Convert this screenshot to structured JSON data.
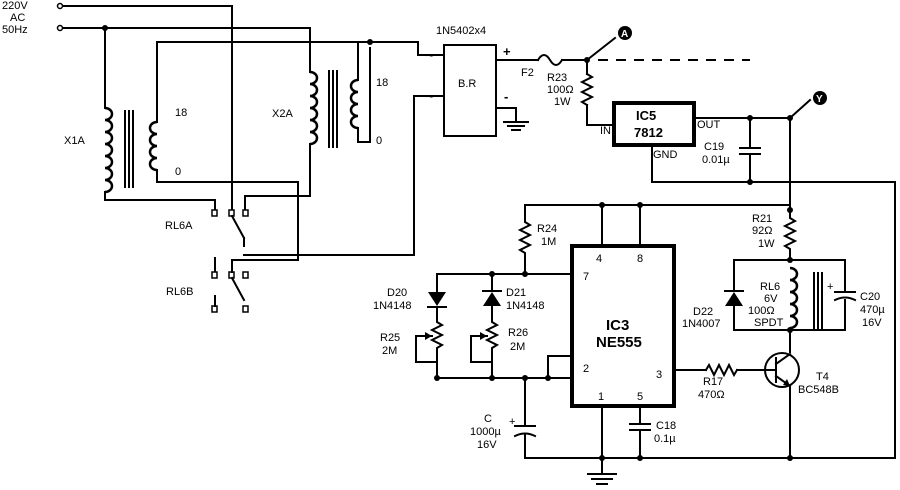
{
  "source": {
    "voltage": "220V",
    "type": "AC",
    "frequency": "50Hz"
  },
  "transformers": [
    {
      "ref": "X1A",
      "tap_high": "18",
      "tap_low": "0"
    },
    {
      "ref": "X2A",
      "tap_high": "18",
      "tap_low": "0"
    }
  ],
  "relays_contacts": {
    "a": "RL6A",
    "b": "RL6B"
  },
  "rectifier": {
    "ref": "B.R",
    "part": "1N5402x4",
    "plus": "+",
    "minus": "-",
    "ac_symbol": "~"
  },
  "fuse": {
    "ref": "F2"
  },
  "outputs": {
    "a": "A",
    "y": "Y"
  },
  "r23": {
    "ref": "R23",
    "value": "100Ω",
    "power": "1W"
  },
  "ic5": {
    "ref": "IC5",
    "part": "7812",
    "in": "IN",
    "out": "OUT",
    "gnd": "GND"
  },
  "c19": {
    "ref": "C19",
    "value": "0.01µ"
  },
  "r21": {
    "ref": "R21",
    "value": "92Ω",
    "power": "1W"
  },
  "r24": {
    "ref": "R24",
    "value": "1M"
  },
  "d20": {
    "ref": "D20",
    "part": "1N4148"
  },
  "d21": {
    "ref": "D21",
    "part": "1N4148"
  },
  "r25": {
    "ref": "R25",
    "value": "2M"
  },
  "r26": {
    "ref": "R26",
    "value": "2M"
  },
  "ic3": {
    "ref": "IC3",
    "part": "NE555",
    "pins": {
      "p1": "1",
      "p2": "2",
      "p3": "3",
      "p4": "4",
      "p5": "5",
      "p7": "7",
      "p8": "8"
    }
  },
  "c": {
    "ref": "C",
    "value": "1000µ",
    "voltage": "16V",
    "plus": "+"
  },
  "c18": {
    "ref": "C18",
    "value": "0.1µ"
  },
  "r17": {
    "ref": "R17",
    "value": "470Ω"
  },
  "d22": {
    "ref": "D22",
    "part": "1N4007"
  },
  "rl6": {
    "ref": "RL6",
    "voltage": "6V",
    "resistance": "100Ω",
    "type": "SPDT"
  },
  "c20": {
    "ref": "C20",
    "value": "470µ",
    "voltage": "16V",
    "plus": "+"
  },
  "t4": {
    "ref": "T4",
    "part": "BC548B"
  }
}
